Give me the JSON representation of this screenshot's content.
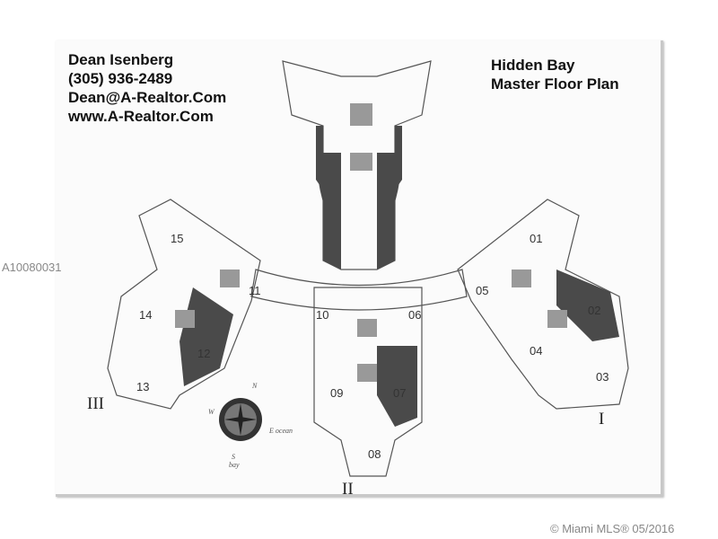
{
  "contact": {
    "name": "Dean Isenberg",
    "phone": "(305) 936-2489",
    "email": "Dean@A-Realtor.Com",
    "website": "www.A-Realtor.Com"
  },
  "title": {
    "line1": "Hidden Bay",
    "line2": "Master Floor Plan"
  },
  "units": [
    "01",
    "02",
    "03",
    "04",
    "05",
    "06",
    "07",
    "08",
    "09",
    "10",
    "11",
    "12",
    "13",
    "14",
    "15"
  ],
  "wings": {
    "one": "I",
    "two": "II",
    "three": "III"
  },
  "compass": {
    "n": "N",
    "w": "W",
    "e": "E ocean",
    "s": "S",
    "s_sub": "bay"
  },
  "watermark": "A10080031",
  "footer": "© Miami MLS® 05/2016"
}
